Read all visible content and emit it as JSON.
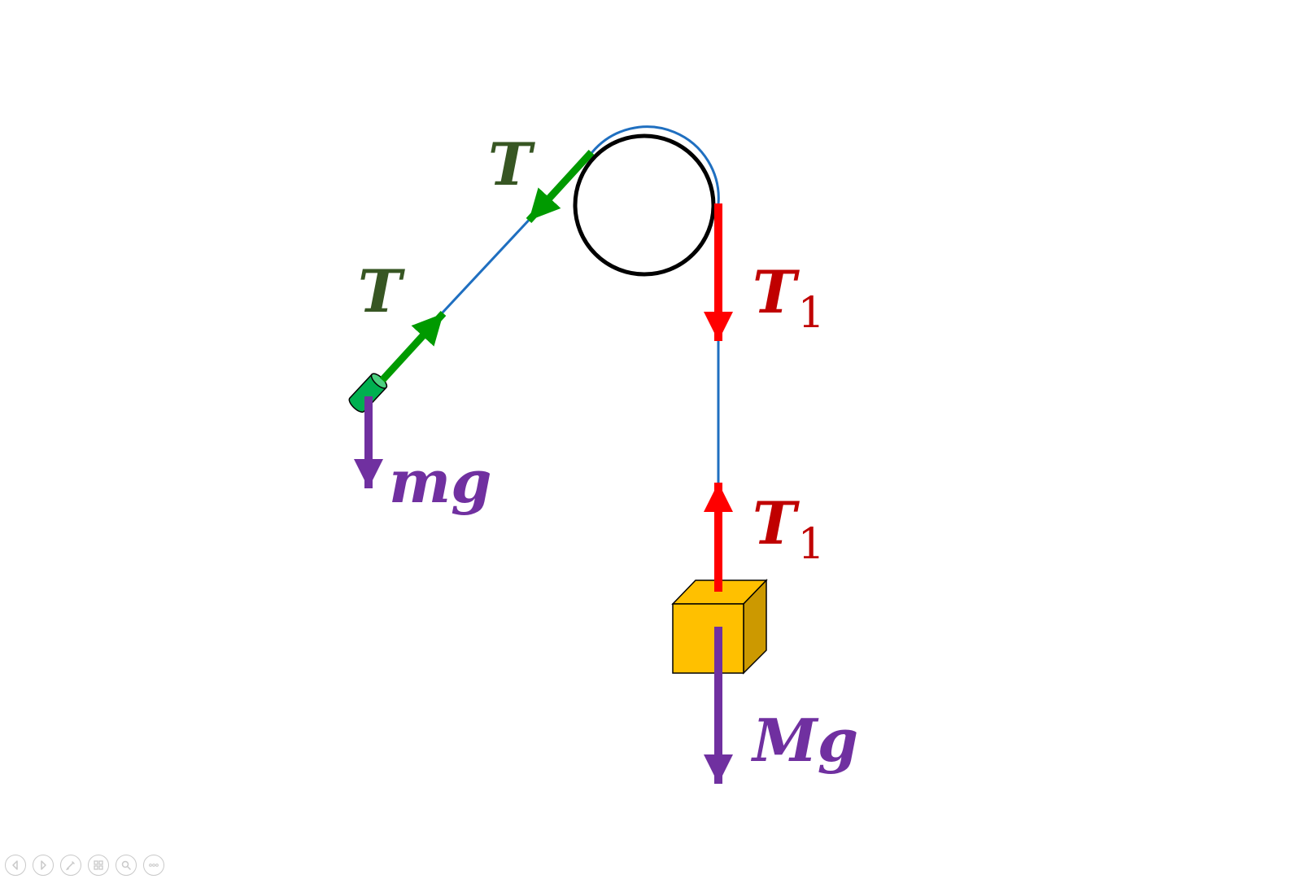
{
  "labels": {
    "tension_upper": "T",
    "tension_lower": "T",
    "tension_right_top": "T",
    "tension_right_top_sub": "1",
    "tension_right_bottom": "T",
    "tension_right_bottom_sub": "1",
    "weight_small": "mg",
    "weight_large": "Mg"
  },
  "colors": {
    "rope": "#1f6fc0",
    "pulley": "#000000",
    "tension_green": "#009a00",
    "label_green": "#375623",
    "tension_red": "#ff0000",
    "label_red": "#c00000",
    "weight_purple": "#7030a0",
    "block_front": "#ffc000",
    "block_side": "#cc9900",
    "cylinder": "#00b050",
    "toolbar_icon": "#c9c9c9"
  },
  "toolbar": {
    "icons": [
      "previous-icon",
      "next-icon",
      "pen-icon",
      "slides-grid-icon",
      "zoom-icon",
      "more-icon"
    ]
  }
}
